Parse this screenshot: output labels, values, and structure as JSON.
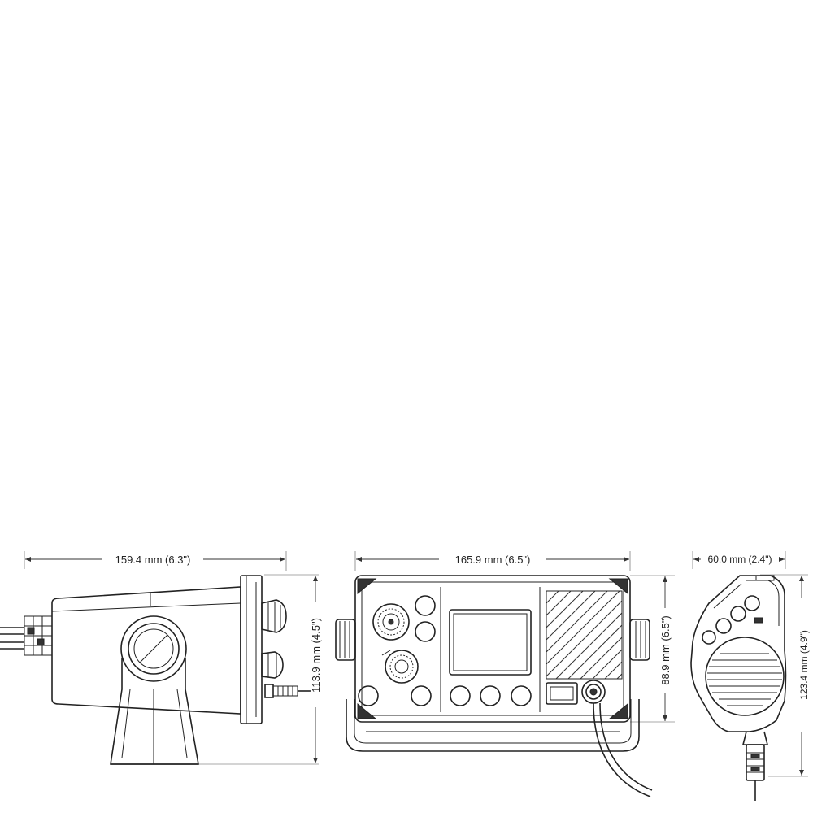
{
  "dimensions": {
    "side_depth": "159.4 mm (6.3\")",
    "front_width": "165.9 mm (6.5\")",
    "side_height": "113.9 mm (4.5\")",
    "front_height": "88.9 mm (6.5\")",
    "mic_width": "60.0 mm (2.4\")",
    "mic_height": "123.4 mm (4.9\")"
  },
  "colors": {
    "line": "#222222",
    "background": "#ffffff"
  }
}
